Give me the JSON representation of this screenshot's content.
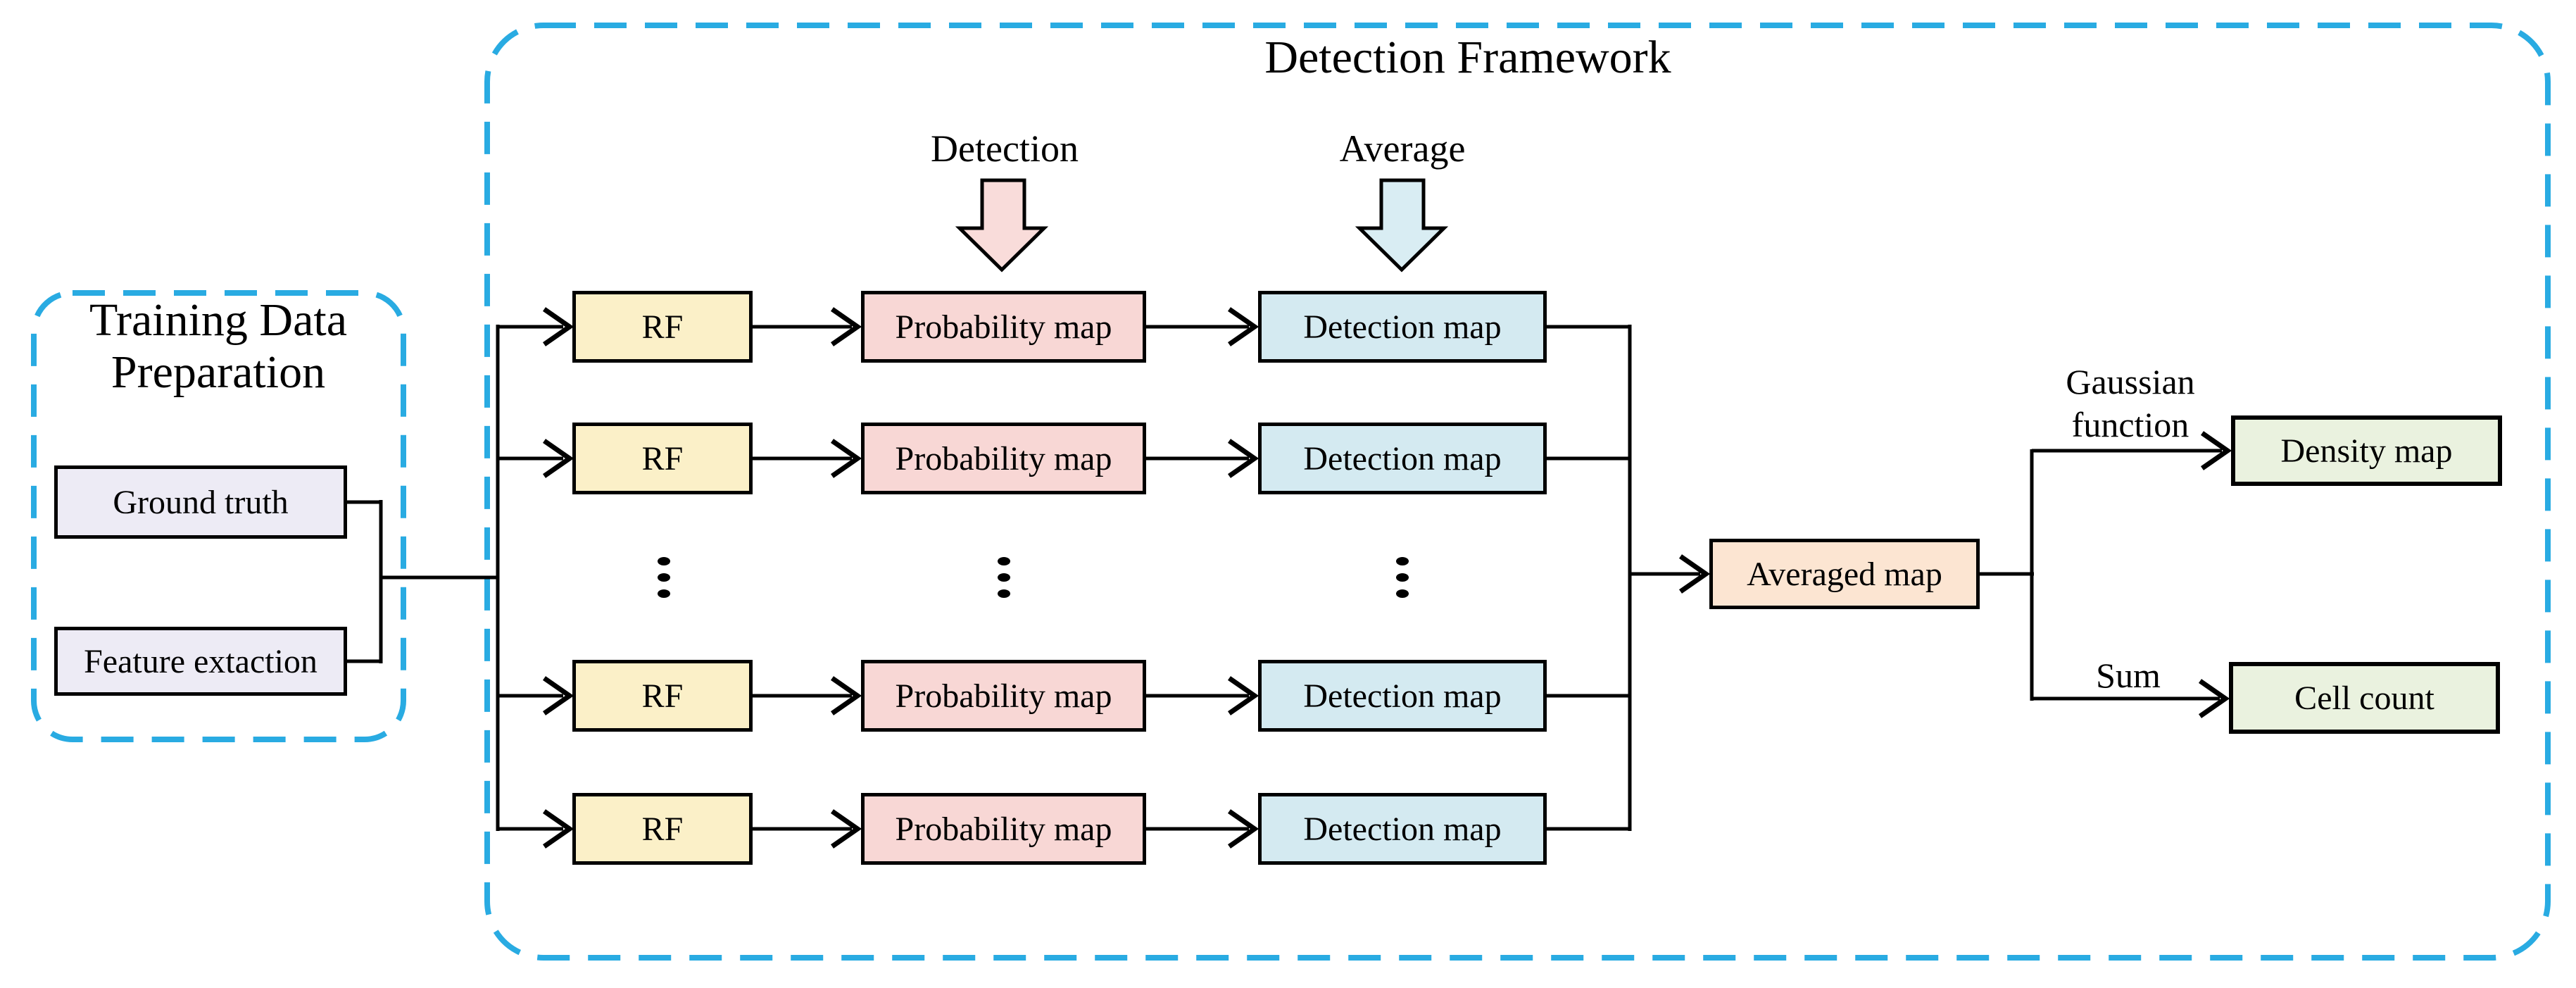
{
  "colors": {
    "dashed_border": "#29ABE2",
    "line": "#000000",
    "rf_fill": "#FBF0C8",
    "probability_fill": "#F8D7D5",
    "detection_fill": "#D4EAF1",
    "averaged_fill": "#FCE5D2",
    "output_green_fill": "#EAF2DF",
    "training_box_fill": "#EDEBF5",
    "detection_arrow_fill": "#F9DCDA",
    "average_arrow_fill": "#D9EDF3"
  },
  "training_panel": {
    "title_line1": "Training Data",
    "title_line2": "Preparation",
    "boxes": [
      {
        "label": "Ground truth"
      },
      {
        "label": "Feature extaction"
      }
    ]
  },
  "framework_panel": {
    "title": "Detection Framework",
    "annotations": {
      "detection": "Detection",
      "average": "Average"
    },
    "rows": [
      {
        "rf": "RF",
        "prob": "Probability map",
        "det": "Detection map"
      },
      {
        "rf": "RF",
        "prob": "Probability map",
        "det": "Detection map"
      },
      {
        "rf": "RF",
        "prob": "Probability map",
        "det": "Detection map"
      },
      {
        "rf": "RF",
        "prob": "Probability map",
        "det": "Detection map"
      }
    ],
    "averaged": {
      "label": "Averaged map"
    },
    "branches": [
      {
        "label_line1": "Gaussian",
        "label_line2": "function",
        "target": "Density map"
      },
      {
        "label_line1": "Sum",
        "label_line2": "",
        "target": "Cell count"
      }
    ]
  }
}
